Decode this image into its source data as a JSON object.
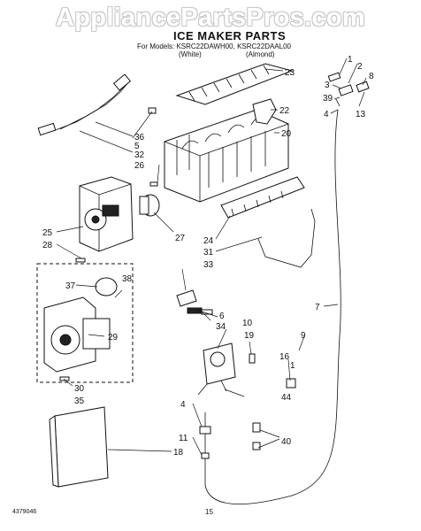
{
  "watermark": "AppliancePartsPros.com",
  "header": {
    "title": "ICE MAKER PARTS",
    "models_line": "For Models: KSRC22DAWH00, KSRC22DAAL00",
    "variant_white": "(White)",
    "variant_almond": "(Almond)"
  },
  "callouts": [
    "1",
    "2",
    "3",
    "39",
    "8",
    "13",
    "4",
    "23",
    "22",
    "20",
    "36",
    "5",
    "32",
    "26",
    "25",
    "28",
    "27",
    "24",
    "31",
    "33",
    "38",
    "37",
    "29",
    "6",
    "34",
    "7",
    "10",
    "19",
    "9",
    "16",
    "1",
    "30",
    "35",
    "44",
    "4",
    "11",
    "40",
    "18"
  ],
  "footer": {
    "doc_number": "4379046",
    "page": "15"
  }
}
